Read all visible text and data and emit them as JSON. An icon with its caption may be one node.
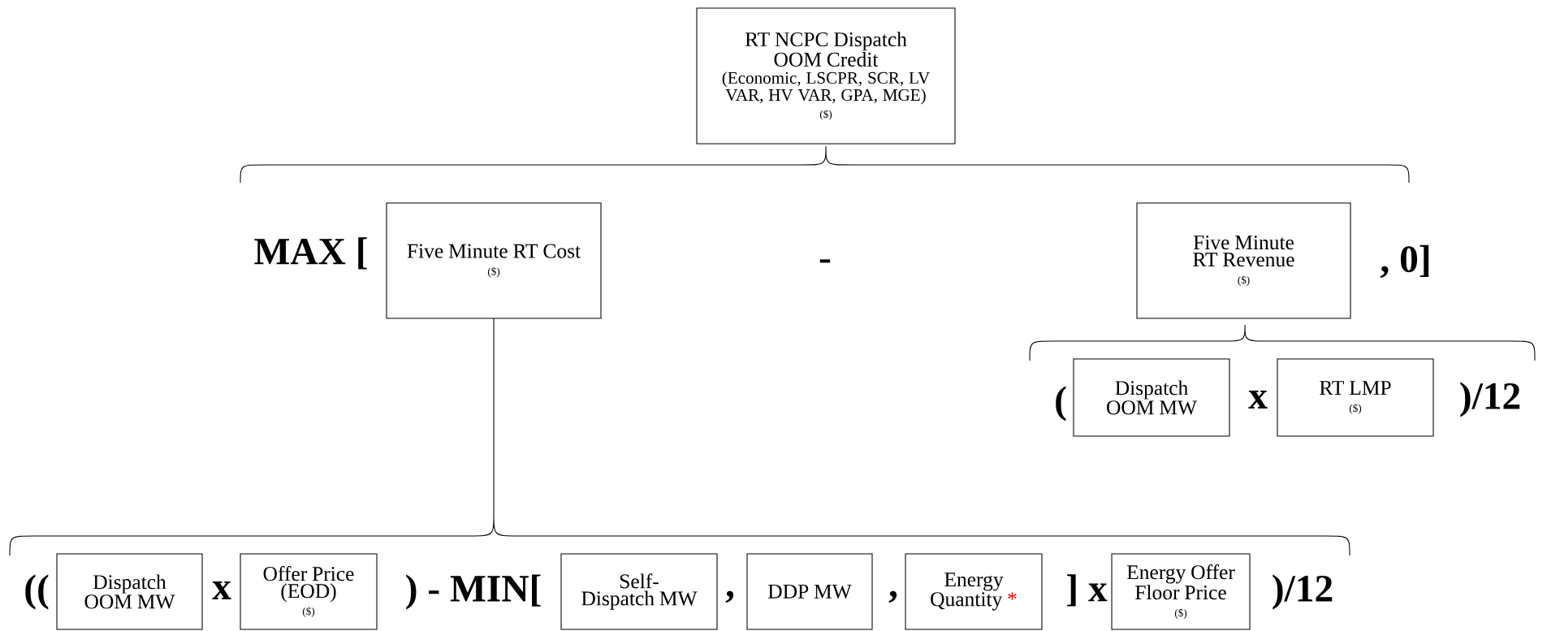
{
  "diagram": {
    "nodes": [
      {
        "text": [
          "RT NCPC  Dispatch OOM Credit",
          "(Economic, LSCPR, SCR, LV VAR, HV VAR, GPA, MGE)",
          "($)"
        ]
      },
      {
        "text": [
          "Five Minute RT Cost",
          "($)"
        ]
      },
      {
        "text": [
          "Five Minute RT Revenue",
          "($)"
        ]
      },
      {
        "text": [
          "Dispatch OOM MW"
        ]
      },
      {
        "text": [
          "RT LMP",
          "($)"
        ]
      },
      {
        "text": [
          "Dispatch OOM MW"
        ]
      },
      {
        "text": [
          "Offer Price (EOD)",
          "($)"
        ]
      },
      {
        "text": [
          "Self-Dispatch MW"
        ]
      },
      {
        "text": [
          "DDP MW"
        ]
      },
      {
        "text": [
          "Energy Quantity",
          "*"
        ]
      },
      {
        "text": [
          "Energy Offer Floor Price",
          "($)"
        ]
      }
    ],
    "labels": [
      "MAX [",
      "-",
      ", 0]",
      "(",
      "x",
      ")/12",
      "((",
      "x",
      ") - MIN[",
      ",",
      ",",
      "] x",
      ")/12"
    ]
  }
}
